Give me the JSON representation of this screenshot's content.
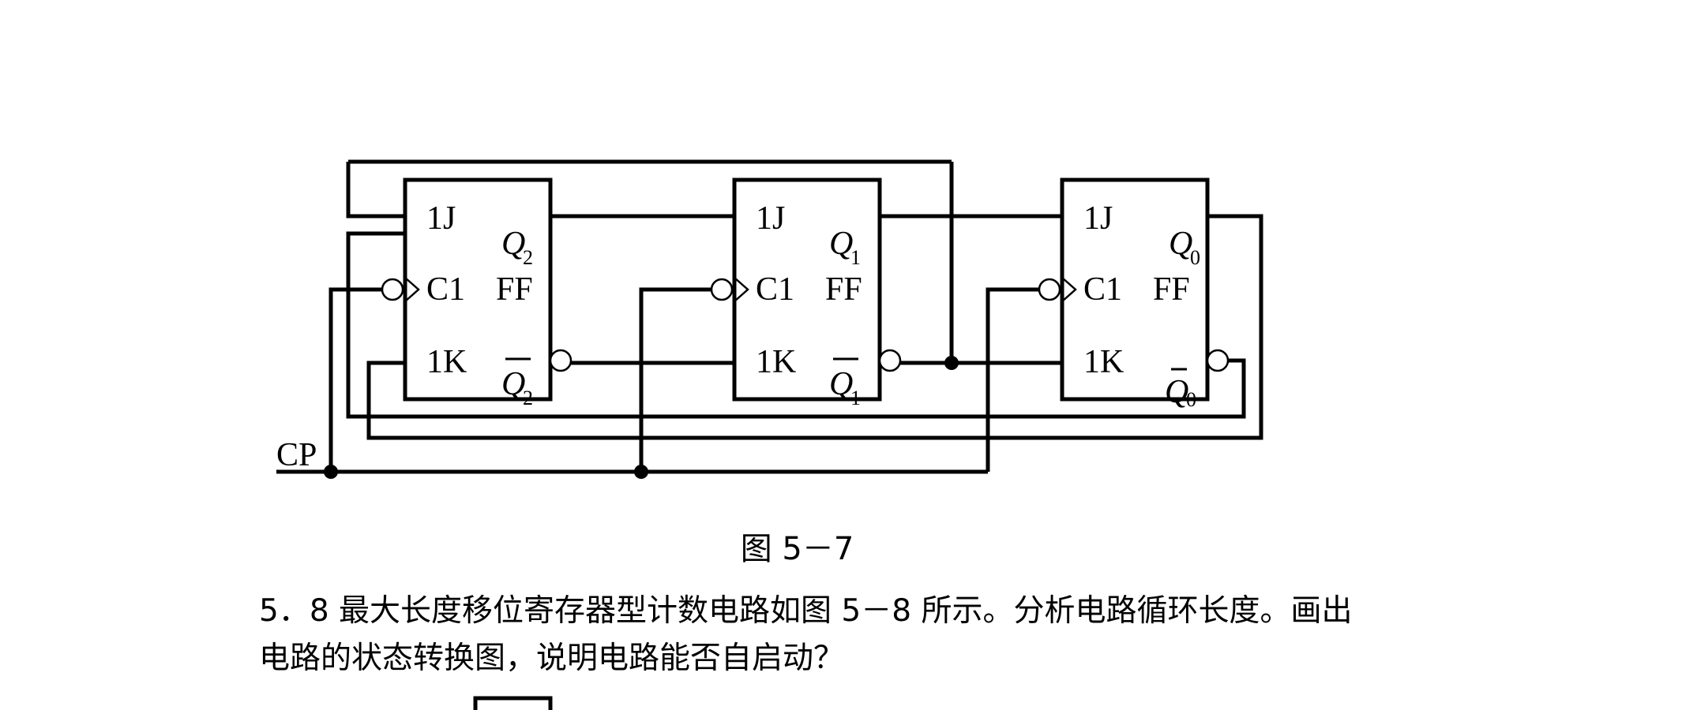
{
  "figure": {
    "flip_flops": [
      {
        "j": "1J",
        "c": "C1",
        "k": "1K",
        "name": "FF",
        "q": "Q",
        "index": "2"
      },
      {
        "j": "1J",
        "c": "C1",
        "k": "1K",
        "name": "FF",
        "q": "Q",
        "index": "1"
      },
      {
        "j": "1J",
        "c": "C1",
        "k": "1K",
        "name": "FF",
        "q": "Q",
        "index": "0"
      }
    ],
    "clock_label": "CP",
    "caption": "图 5－7"
  },
  "problem": {
    "line1": "5．8  最大长度移位寄存器型计数电路如图 5－8 所示。分析电路循环长度。画出",
    "line2": "电路的状态转换图，说明电路能否自启动？"
  }
}
